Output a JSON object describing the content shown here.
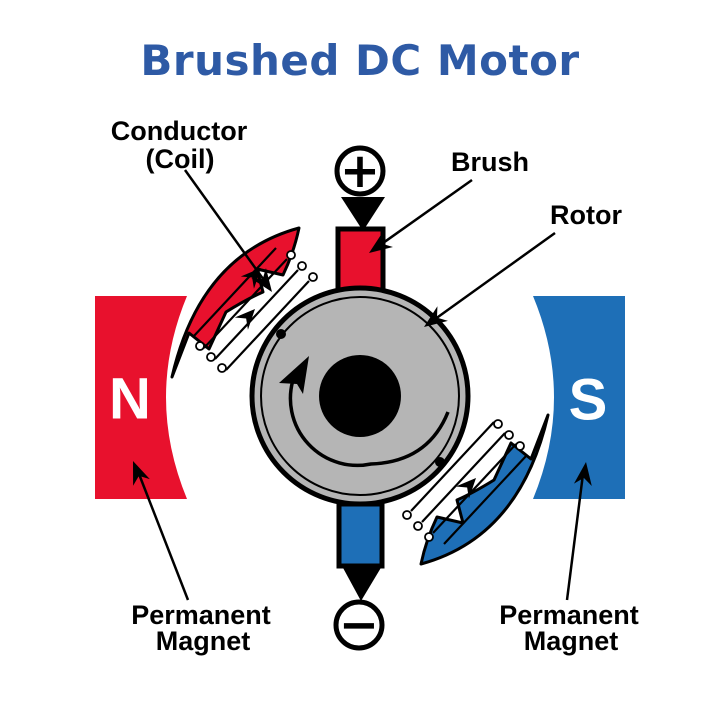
{
  "title": {
    "text": "Brushed DC Motor",
    "color": "#2E5AA5"
  },
  "labels": {
    "conductor": {
      "line1": "Conductor",
      "line2": "(Coil)"
    },
    "brush": "Brush",
    "rotor": "Rotor",
    "left_magnet": {
      "line1": "Permanent",
      "line2": "Magnet",
      "pole": "N"
    },
    "right_magnet": {
      "line1": "Permanent",
      "line2": "Magnet",
      "pole": "S"
    },
    "positive_terminal": "+",
    "negative_terminal": "−"
  },
  "colors": {
    "north_magnet_red": "#E8112D",
    "south_magnet_blue": "#1E6FB7",
    "rotor_gray": "#B5B5B5",
    "shaft_black": "#000000",
    "outline": "#000000",
    "background": "#FFFFFF"
  }
}
